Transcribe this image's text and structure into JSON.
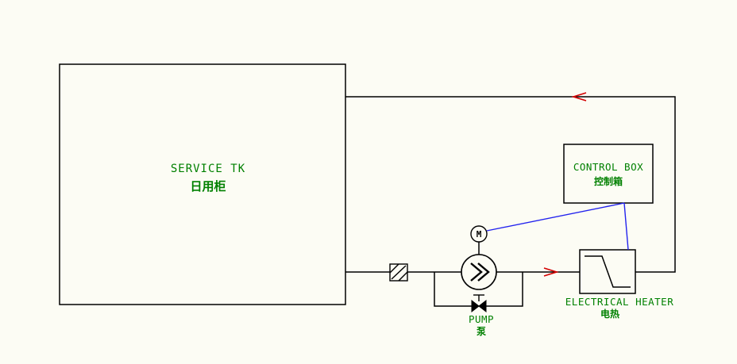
{
  "diagram": {
    "tank": {
      "label": "SERVICE  TK",
      "label_zh": "日用柜"
    },
    "control_box": {
      "label": "CONTROL BOX",
      "label_zh": "控制箱"
    },
    "pump": {
      "label": "PUMP",
      "label_zh": "泵"
    },
    "motor": {
      "label": "M"
    },
    "heater": {
      "label": "ELECTRICAL HEATER",
      "label_zh": "电热"
    }
  },
  "colors": {
    "background": "#FCFCF4",
    "line": "#000000",
    "label_green": "#008000",
    "flow_arrow_red": "#D40000",
    "control_line_blue": "#2222EE"
  }
}
